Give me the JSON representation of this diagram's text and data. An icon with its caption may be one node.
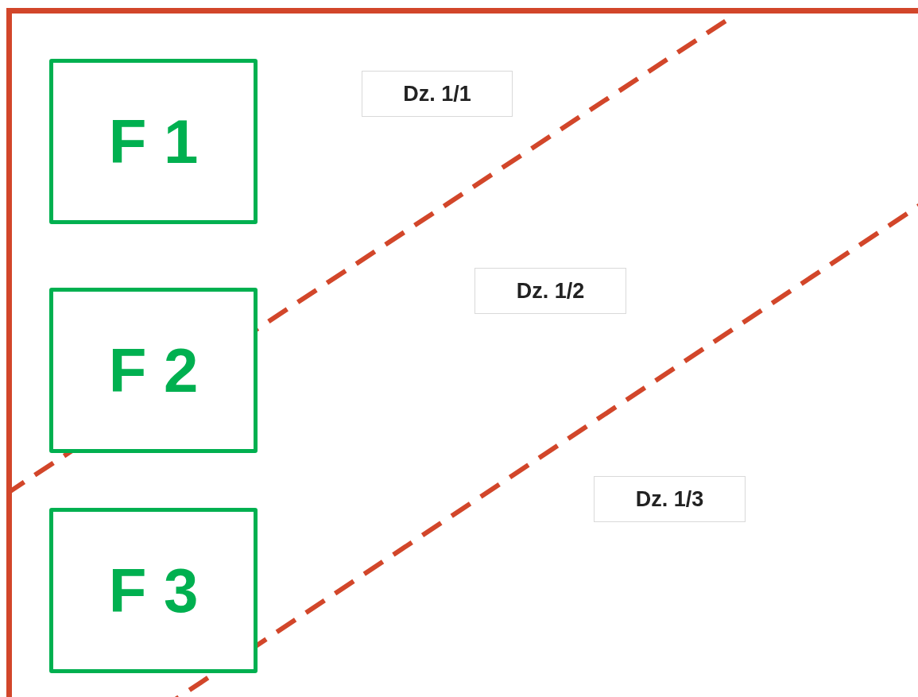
{
  "diagram": {
    "nodes": [
      {
        "text": [],
        "shape": "box"
      },
      {
        "text": [
          "F 1"
        ],
        "in": 0
      },
      {
        "text": [
          "Dz. 1/1"
        ],
        "in": 0
      },
      {
        "text": [
          "Dz. 1/2"
        ],
        "in": 0
      },
      {
        "text": [
          "F 2"
        ],
        "in": 0
      },
      {
        "text": [
          "Dz. 1/3"
        ],
        "in": 0
      },
      {
        "text": [
          "F 3"
        ],
        "in": 0
      }
    ]
  }
}
